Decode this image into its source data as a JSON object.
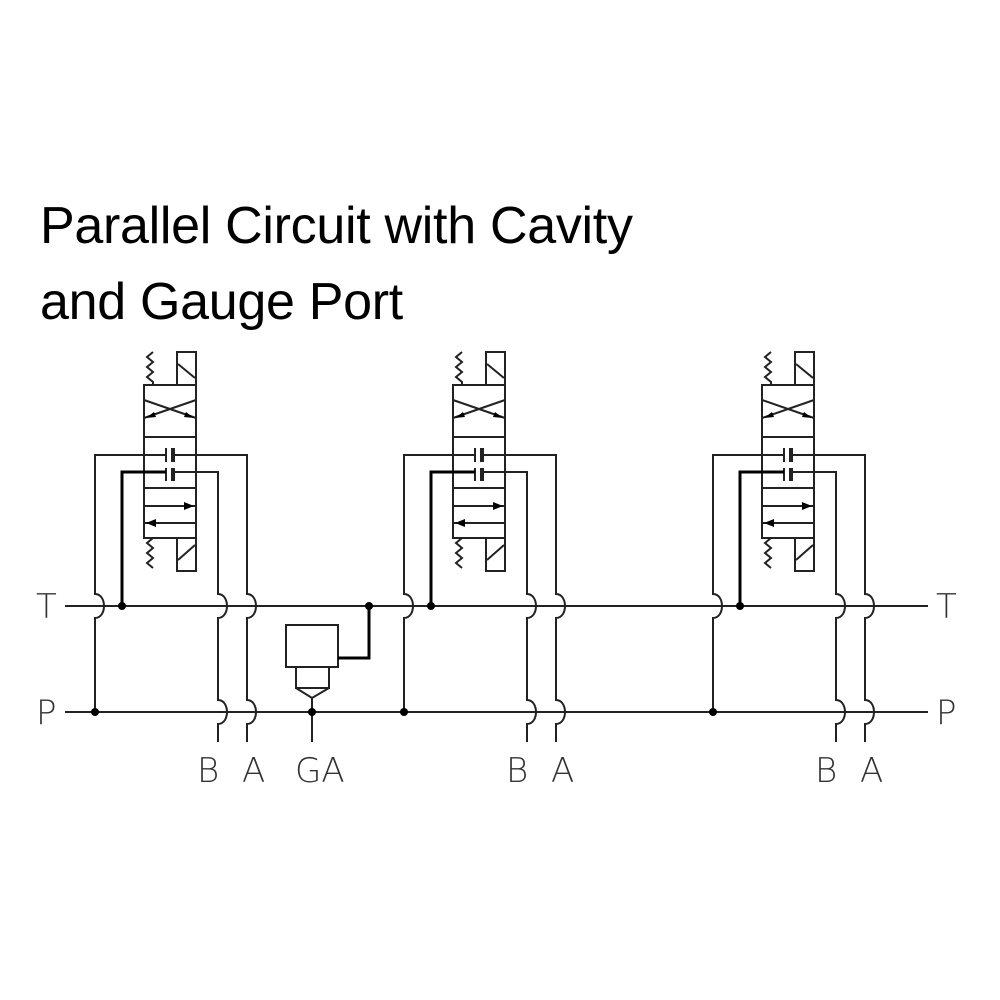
{
  "title": {
    "line1": "Parallel Circuit with Cavity",
    "line2": "and Gauge Port"
  },
  "lines": {
    "tank": "T",
    "pressure": "P"
  },
  "valves": [
    {
      "name": "valve-1",
      "ports": [
        "B",
        "A"
      ],
      "actuation": "solenoid-spring",
      "positions": 3
    },
    {
      "name": "valve-2",
      "ports": [
        "B",
        "A"
      ],
      "actuation": "solenoid-spring",
      "positions": 3
    },
    {
      "name": "valve-3",
      "ports": [
        "B",
        "A"
      ],
      "actuation": "solenoid-spring",
      "positions": 3
    }
  ],
  "gauge": {
    "label": "GA",
    "component": "cavity"
  },
  "colors": {
    "line": "#222222",
    "background": "#ffffff"
  }
}
